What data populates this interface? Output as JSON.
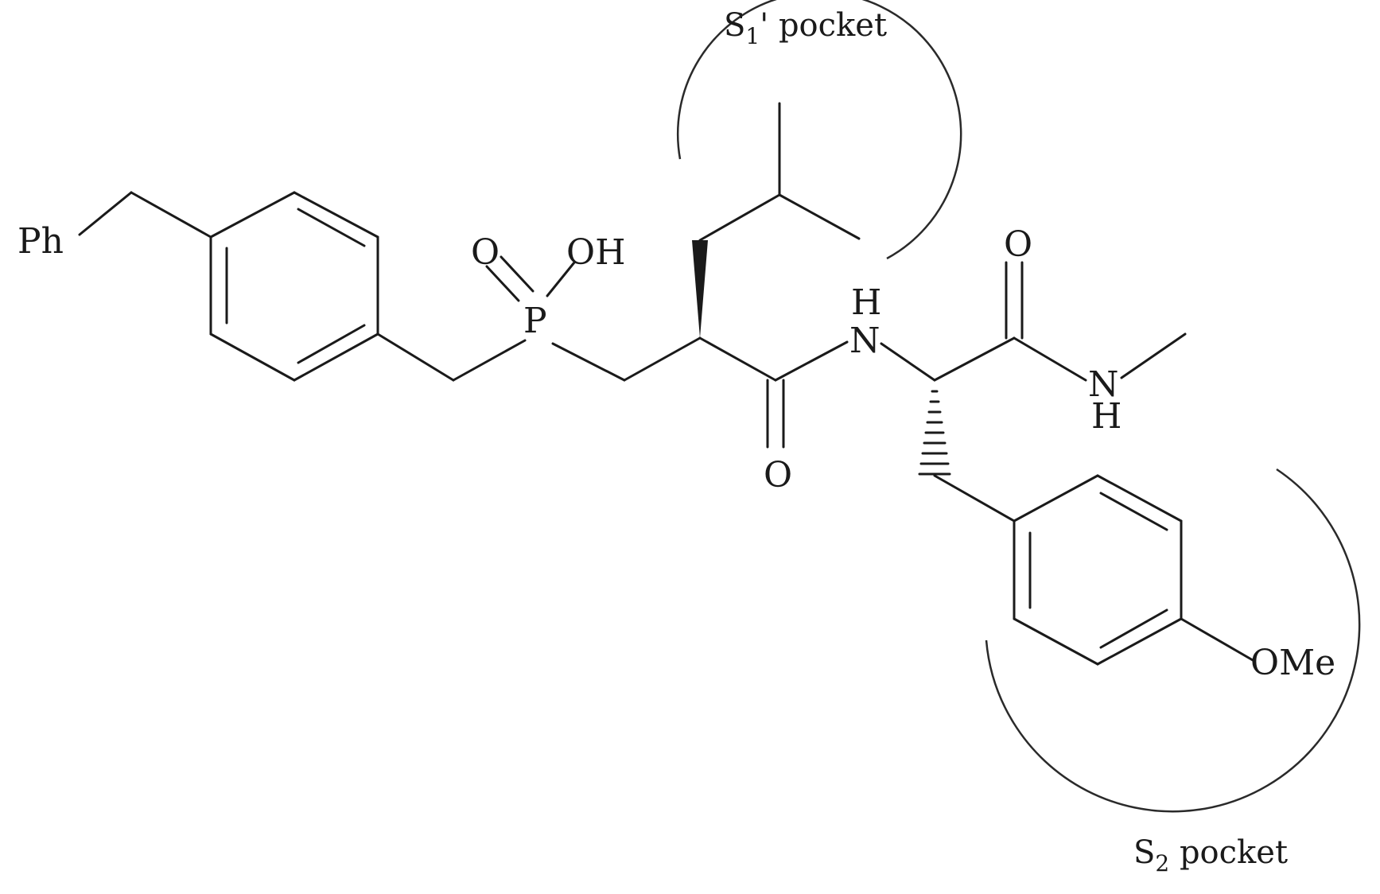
{
  "molecule": {
    "atoms": {
      "phenyl": "Ph",
      "phosphorus": "P",
      "phosphoryl_oxygen": "O",
      "hydroxyl": "OH",
      "amide_nitrogen_1": "N",
      "amide_hydrogen_1": "H",
      "carbonyl_oxygen_1": "O",
      "carbonyl_oxygen_2": "O",
      "amide_nitrogen_2": "N",
      "amide_hydrogen_2": "H",
      "methoxy": "OMe"
    }
  },
  "pockets": {
    "s1_prime": {
      "letter": "S",
      "subscript": "1",
      "suffix": "' pocket"
    },
    "s2": {
      "letter": "S",
      "subscript": "2",
      "suffix": " pocket"
    }
  }
}
